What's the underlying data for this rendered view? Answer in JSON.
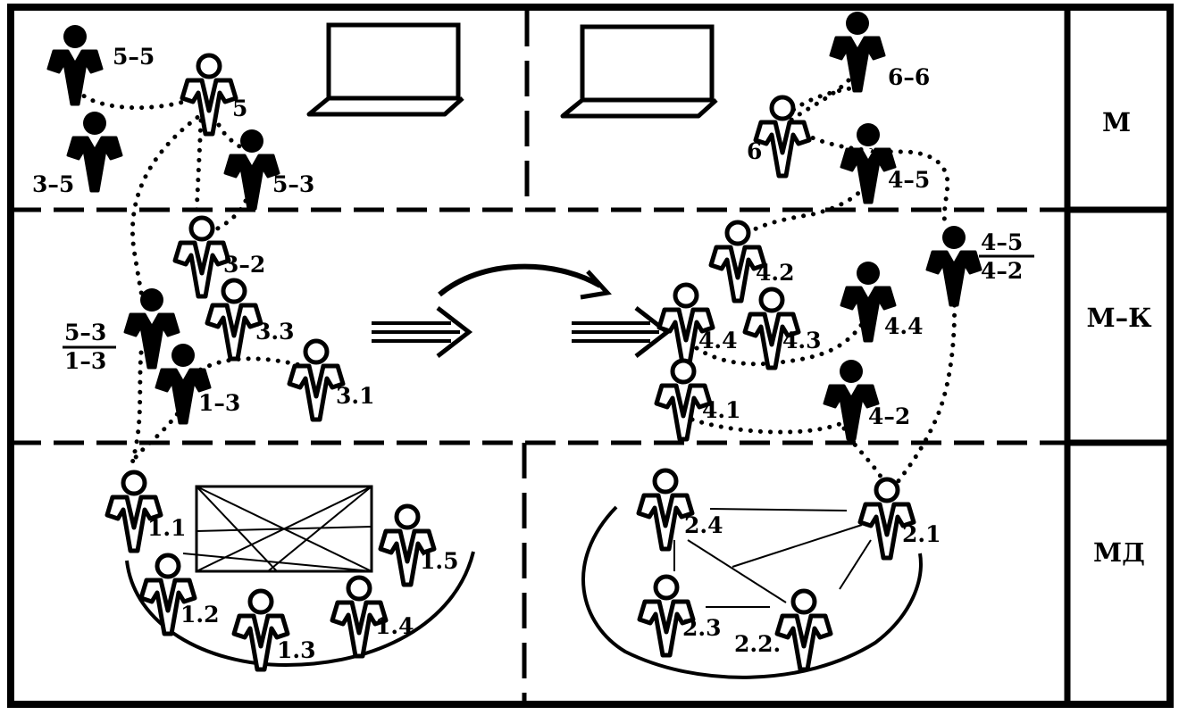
{
  "zones": {
    "top": "М",
    "middle": "М–К",
    "bottom": "МД"
  },
  "labels": {
    "p55": "5–5",
    "p5": "5",
    "p35": "3–5",
    "p53": "5–3",
    "p32": "3–2",
    "p33": "3.3",
    "p13": "1–3",
    "p31": "3.1",
    "frac_top": "5–3",
    "frac_bottom": "1–3",
    "p11": "1.1",
    "p12": "1.2",
    "p13b": "1.3",
    "p14": "1.4",
    "p15": "1.5",
    "p66": "6–6",
    "p6": "6",
    "p45top": "4–5",
    "p42": "4.2",
    "p44a": "4.4",
    "p43": "4.3",
    "p44b": "4.4",
    "p41": "4.1",
    "p42dash": "4–2",
    "frac2_top": "4–5",
    "frac2_bottom": "4–2",
    "p24": "2.4",
    "p21": "2.1",
    "p23": "2.3",
    "p22": "2.2."
  }
}
